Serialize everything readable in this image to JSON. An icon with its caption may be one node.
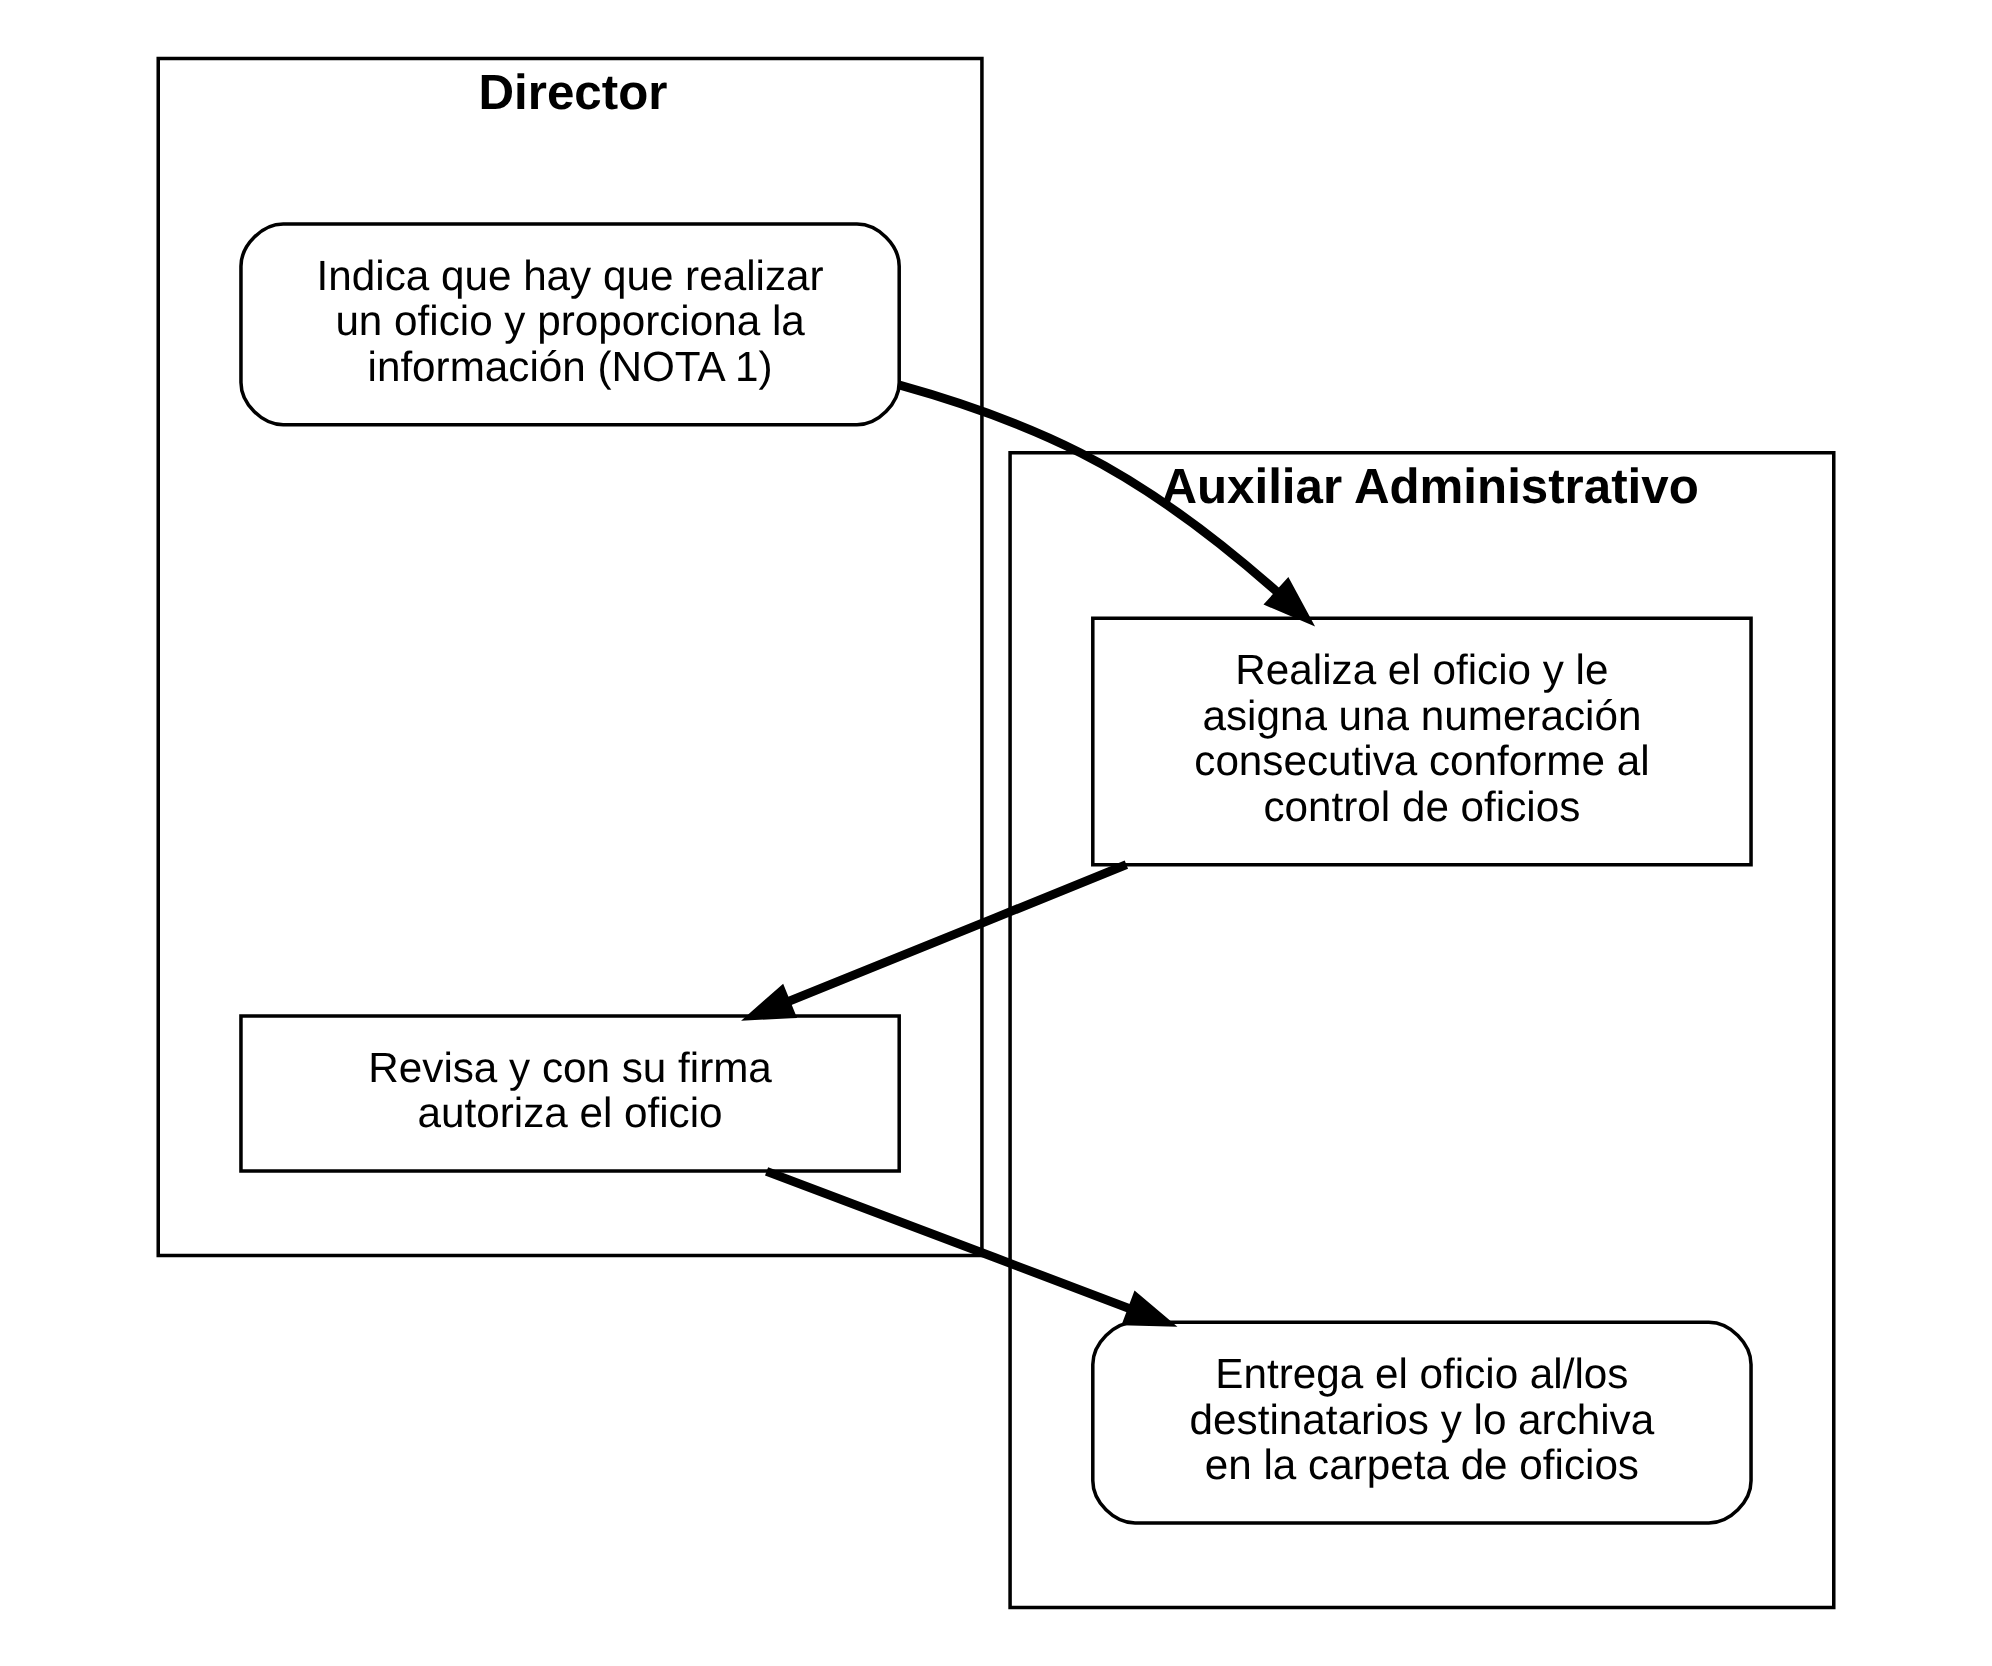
{
  "diagram": {
    "nodes": [
      {
        "text": [
          "Auxiliar Administrativo"
        ]
      },
      {
        "text": [
          "Director"
        ]
      },
      {
        "text": [
          "Indica que hay que realizar un oficio y proporciona la información (NOTA 1)"
        ],
        "in": 1
      },
      {
        "text": [
          "Realiza el oficio y le asigna una numeración consecutiva conforme al control de oficios"
        ],
        "in": 0
      },
      {
        "text": [
          "Revisa y con su firma autoriza el oficio"
        ],
        "in": 1
      },
      {
        "text": [
          "Entrega el oficio al/los destinatarios y lo archiva en la carpeta de oficios"
        ],
        "in": 0
      }
    ],
    "edges": [
      {
        "from": 2,
        "to": 3,
        "arrow": "to"
      },
      {
        "from": 3,
        "to": 4,
        "arrow": "to"
      },
      {
        "from": 4,
        "to": 5,
        "arrow": "to"
      }
    ]
  }
}
